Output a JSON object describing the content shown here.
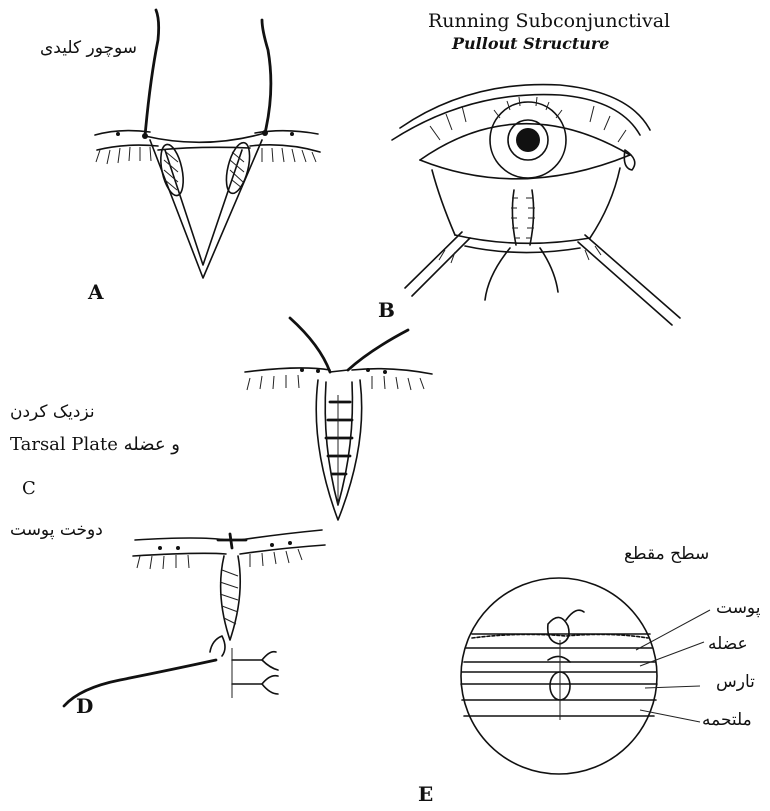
{
  "panels": {
    "A": {
      "letter": "A",
      "label": "سوچور کلیدی"
    },
    "B": {
      "letter": "B",
      "title_line1": "Running Subconjunctival",
      "title_line2": "Pullout Structure"
    },
    "C": {
      "letter": "C",
      "label_line1": "نزدیک کردن",
      "label_line2": "Tarsal Plate و عضله"
    },
    "D": {
      "letter": "D",
      "label": "دوخت پوست"
    },
    "E": {
      "letter": "E",
      "title": "سطح مقطع",
      "layers": [
        "پوست",
        "عضله",
        "تارس",
        "ملتحمه"
      ]
    }
  }
}
